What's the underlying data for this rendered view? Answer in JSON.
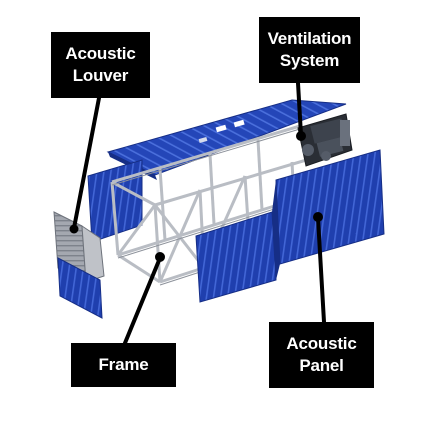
{
  "callouts": {
    "acoustic_louver": {
      "line1": "Acoustic",
      "line2": "Louver"
    },
    "ventilation_system": {
      "line1": "Ventilation",
      "line2": "System"
    },
    "frame": {
      "line1": "Frame"
    },
    "acoustic_panel": {
      "line1": "Acoustic",
      "line2": "Panel"
    }
  },
  "colors": {
    "panel_blue": "#1f3fae",
    "panel_blue_dark": "#162e86",
    "panel_rib": "#3b5fd0",
    "frame_gray": "#c9ccd2",
    "frame_gray_dark": "#8d929b",
    "louver_gray": "#9a9ea6",
    "equipment_dark": "#2a2e35",
    "leader_line": "#000000"
  }
}
